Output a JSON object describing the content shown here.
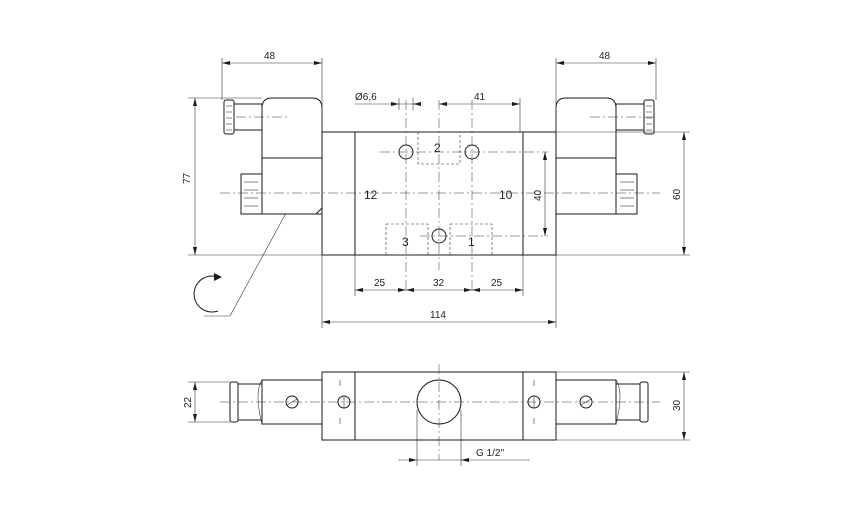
{
  "dimensions": {
    "coil_left_width": "48",
    "coil_right_width": "48",
    "port_hole_diameter": "Ø6,6",
    "hole_spacing": "41",
    "total_height": "77",
    "body_height": "60",
    "port_pitch": "40",
    "dim_25_left": "25",
    "dim_32": "32",
    "dim_25_right": "25",
    "total_length": "114",
    "coil_depth": "22",
    "body_depth": "30",
    "thread": "G 1/2''"
  },
  "ports": {
    "p2": "2",
    "p12": "12",
    "p10": "10",
    "p3": "3",
    "p1": "1"
  },
  "colors": {
    "line": "#1a1a1a",
    "background": "#ffffff"
  }
}
